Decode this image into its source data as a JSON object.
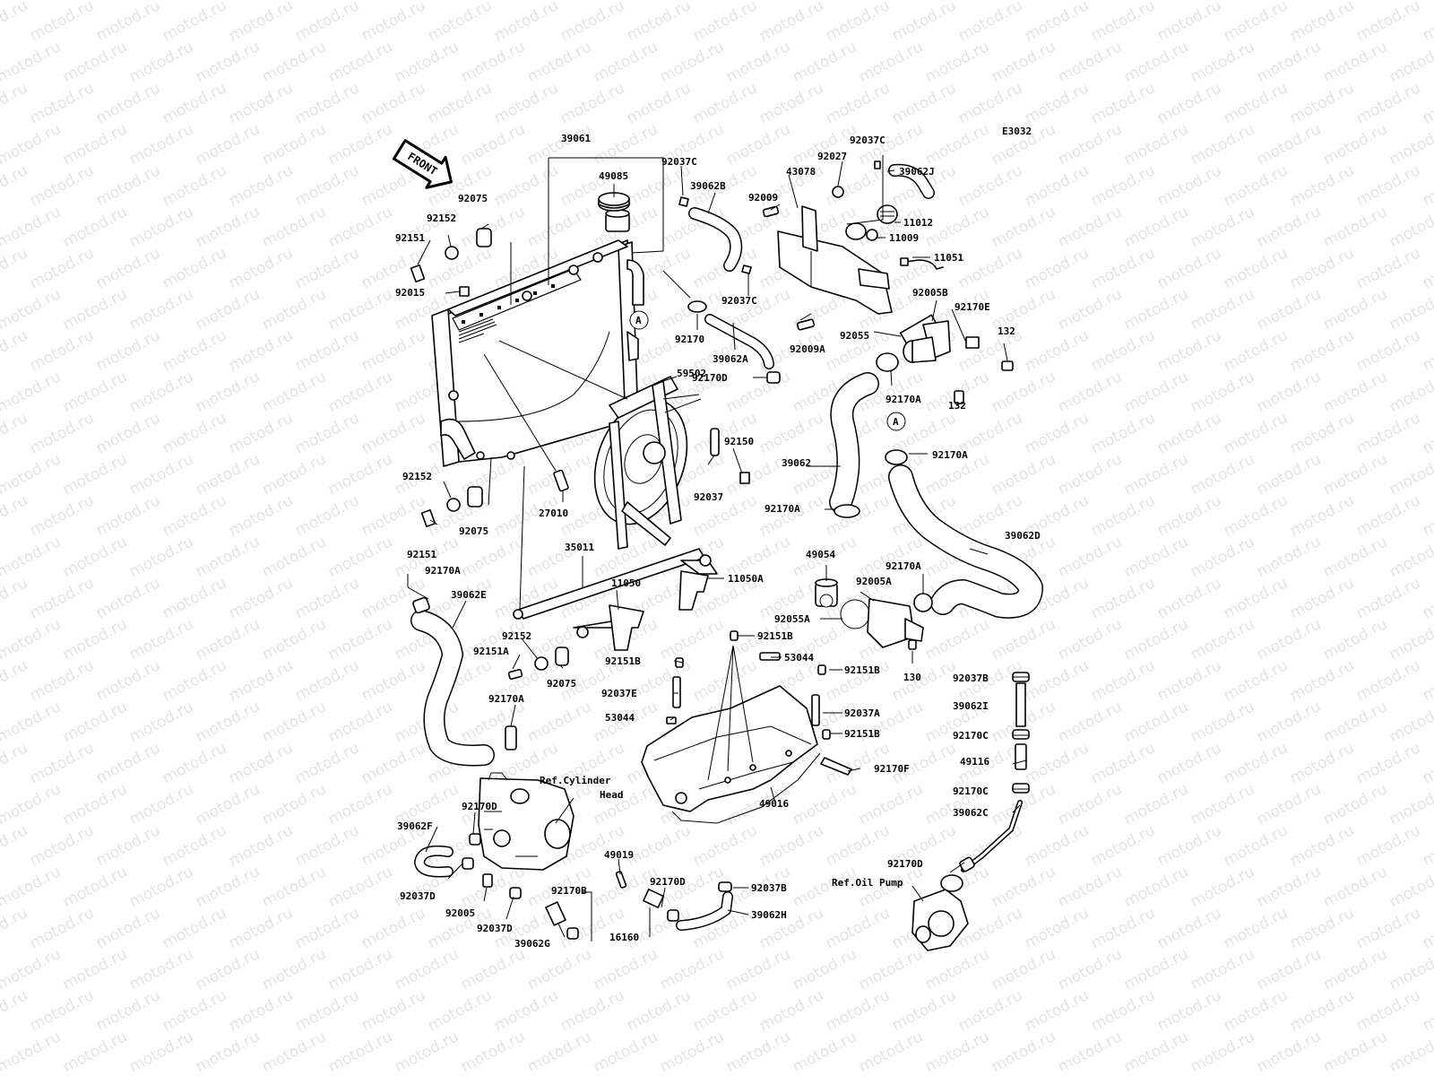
{
  "diagram": {
    "code": "E3032",
    "front_arrow": "FRONT",
    "watermark": "motod.ru",
    "marker_a": "A",
    "refs": {
      "cylinder_head": [
        "Ref.Cylinder",
        "Head"
      ],
      "oil_pump": "Ref.Oil Pump"
    },
    "parts": {
      "p39061": "39061",
      "p49085": "49085",
      "p92037C_1": "92037C",
      "p39062B": "39062B",
      "p92037C_2": "92037C",
      "p43078": "43078",
      "p92027": "92027",
      "p39062J": "39062J",
      "p92009": "92009",
      "p11012": "11012",
      "p11009": "11009",
      "p11051": "11051",
      "p92075_1": "92075",
      "p92152_1": "92152",
      "p92151_1": "92151",
      "p92015": "92015",
      "p92037C_3": "92037C",
      "p92005B": "92005B",
      "p92170E": "92170E",
      "p92170": "92170",
      "p39062A": "39062A",
      "p92009A": "92009A",
      "p92055": "92055",
      "p132_1": "132",
      "p132_2": "132",
      "p59502": "59502",
      "p92170D_1": "92170D",
      "p92170A_1": "92170A",
      "p92170A_2": "92170A",
      "p92150": "92150",
      "p39062": "39062",
      "p92037": "92037",
      "p92170A_3": "92170A",
      "p92152_2": "92152",
      "p27010": "27010",
      "p92075_2": "92075",
      "p92151_2": "92151",
      "p35011": "35011",
      "p49054": "49054",
      "p92170A_4": "92170A",
      "p39062D": "39062D",
      "p92170A_5": "92170A",
      "p11050": "11050",
      "p11050A": "11050A",
      "p92005A": "92005A",
      "p39062E": "39062E",
      "p92055A": "92055A",
      "p92152_3": "92152",
      "p92151A": "92151A",
      "p92151B_1": "92151B",
      "p53044_1": "53044",
      "p92075_3": "92075",
      "p92151B_2": "92151B",
      "p92151B_3": "92151B",
      "p130": "130",
      "p92037B_1": "92037B",
      "p92037E": "92037E",
      "p39062I": "39062I",
      "p92170A_6": "92170A",
      "p92037A": "92037A",
      "p53044_2": "53044",
      "p92151B_4": "92151B",
      "p92170C_1": "92170C",
      "p92170F": "92170F",
      "p49116": "49116",
      "p92170C_2": "92170C",
      "p49016": "49016",
      "p92170D_2": "92170D",
      "p39062C": "39062C",
      "p39062F": "39062F",
      "p49019": "49019",
      "p92170D_3": "92170D",
      "p92037B_2": "92037B",
      "p92170D_4": "92170D",
      "p92037D_1": "92037D",
      "p92005": "92005",
      "p92170B": "92170B",
      "p39062H": "39062H",
      "p92037D_2": "92037D",
      "p16160": "16160",
      "p39062G": "39062G"
    }
  }
}
